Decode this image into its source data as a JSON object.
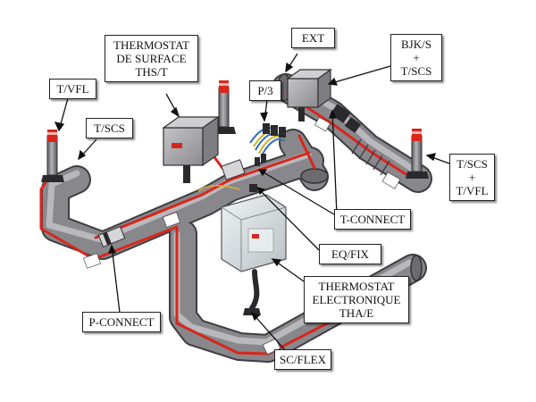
{
  "labels": {
    "thermostat_surface": [
      "THERMOSTAT",
      "DE SURFACE",
      "THS/T"
    ],
    "ext": "EXT",
    "bjk": [
      "BJK/S",
      "+",
      "T/SCS"
    ],
    "t_vfl_left": "T/VFL",
    "t_scs_left": "T/SCS",
    "p3": "P/3",
    "t_scs_t_vfl_right": [
      "T/SCS",
      "+",
      "T/VFL"
    ],
    "t_connect": "T-CONNECT",
    "eq_fix": "EQ/FIX",
    "thermostat_electronique": [
      "THERMOSTAT",
      "ELECTRONIQUE",
      "THA/E"
    ],
    "p_connect": "P-CONNECT",
    "sc_flex": "SC/FLEX"
  },
  "colors": {
    "pipe": "#8a8a8e",
    "heating_cable": "#d8261c",
    "box_panel": "#a9a9ad",
    "glass_box": "#d7dde0",
    "background": "#ffffff"
  }
}
